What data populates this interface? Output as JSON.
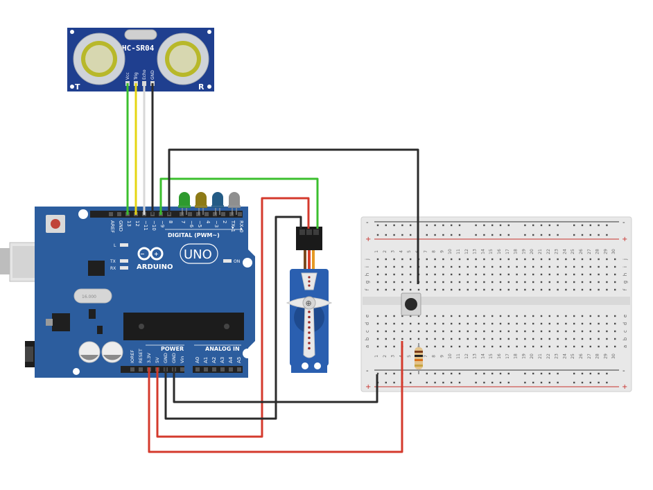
{
  "sensor": {
    "model": "HC-SR04",
    "t_label": "T",
    "r_label": "R",
    "pins": [
      "Vcc",
      "Trig",
      "Echo",
      "GND"
    ]
  },
  "arduino": {
    "brand": "ARDUINO",
    "model": "UNO",
    "digital_header": "DIGITAL (PWM~)",
    "digital_pins": [
      "AREF",
      "GND",
      "13",
      "12",
      "~11",
      "~10",
      "~9",
      "8",
      "7",
      "~6",
      "~5",
      "4",
      "~3",
      "2",
      "TX▸1",
      "RX◂0"
    ],
    "power_header": "POWER",
    "power_pins": [
      "IOREF",
      "RESET",
      "3.3V",
      "5V",
      "GND",
      "GND",
      "Vin"
    ],
    "analog_header": "ANALOG IN",
    "analog_pins": [
      "A0",
      "A1",
      "A2",
      "A3",
      "A4",
      "A5"
    ],
    "led_labels": [
      "L",
      "TX",
      "RX"
    ],
    "on_label": "ON",
    "crystal": "16.000"
  },
  "leds": {
    "colors": [
      "#2e9a2e",
      "#8d7a16",
      "#245b85",
      "#8f8f8f"
    ]
  },
  "breadboard": {
    "row_letters_top": [
      "j",
      "i",
      "h",
      "g",
      "f"
    ],
    "row_letters_bottom": [
      "e",
      "d",
      "c",
      "b",
      "a"
    ],
    "column_numbers": [
      "1",
      "2",
      "3",
      "4",
      "5",
      "6",
      "7",
      "8",
      "9",
      "10",
      "11",
      "12",
      "13",
      "14",
      "15",
      "16",
      "17",
      "18",
      "19",
      "20",
      "21",
      "22",
      "23",
      "24",
      "25",
      "26",
      "27",
      "28",
      "29",
      "30"
    ],
    "rail_minus": "-",
    "rail_plus": "+"
  },
  "colors": {
    "wire_black": "#2b2b2b",
    "wire_red": "#d43a2c",
    "wire_green": "#3bbf2e",
    "wire_yellow": "#e5d512",
    "wire_white": "#d8d8d8",
    "arduino_blue": "#2c5d9e",
    "sensor_blue": "#1f3f8f",
    "servo_blue": "#2a5fb0"
  }
}
